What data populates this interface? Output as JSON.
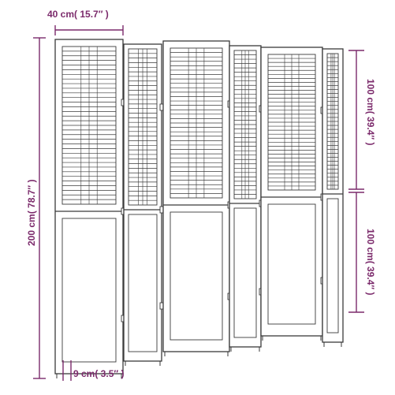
{
  "dimensions": {
    "panel_width": "40 cm( 15.7″ )",
    "total_height": "200 cm( 78.7″ )",
    "upper_height": "100 cm( 39.4″ )",
    "lower_height": "100 cm( 39.4″ )",
    "foot_height": "9 cm( 3.5″ )"
  },
  "colors": {
    "dimension": "#7b2a6b",
    "frame": "#3a3a3a"
  },
  "product": {
    "panel_count": 6
  }
}
